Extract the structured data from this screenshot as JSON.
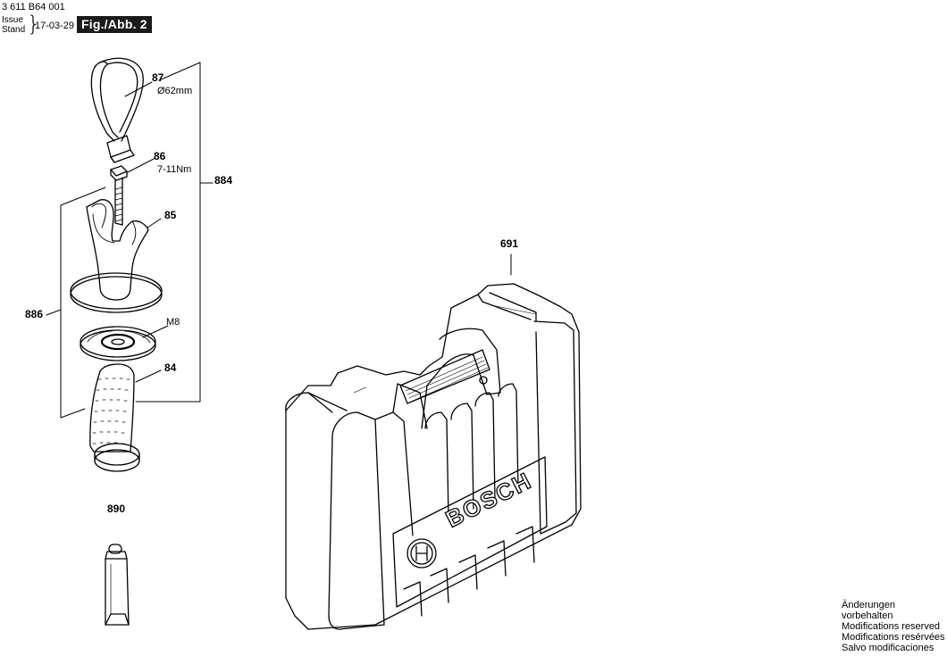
{
  "header": {
    "doc_number": "3 611 B64 001",
    "issue_label": "Issue",
    "stand_label": "Stand",
    "issue_date": "17-03-29",
    "figure_label": "Fig./Abb. 2"
  },
  "parts": {
    "p87": {
      "number": "87",
      "note": "Ø62mm"
    },
    "p86": {
      "number": "86",
      "note": "7-11Nm"
    },
    "p884": {
      "number": "884"
    },
    "p85": {
      "number": "85"
    },
    "p886": {
      "number": "886"
    },
    "m8": {
      "note": "M8"
    },
    "p84": {
      "number": "84"
    },
    "p890": {
      "number": "890"
    },
    "p691": {
      "number": "691"
    }
  },
  "case_logo_text": "BOSCH",
  "footer": {
    "line1": "Änderungen vorbehalten",
    "line2": "Modifications reserved",
    "line3": "Modifications resérvées",
    "line4": "Salvo modificaciones"
  }
}
